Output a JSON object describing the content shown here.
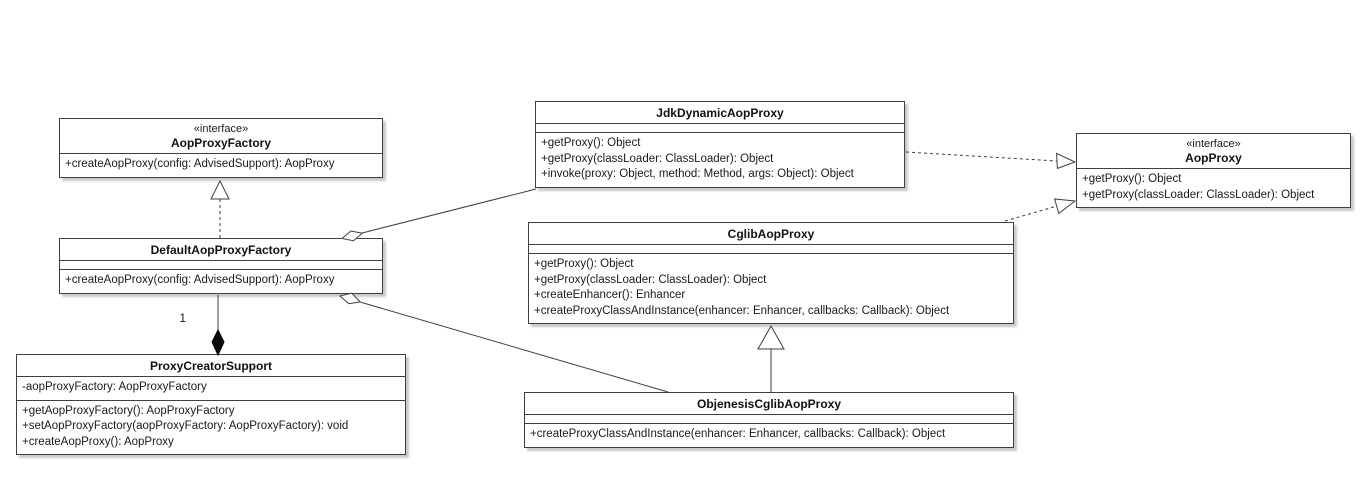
{
  "diagram": {
    "kind": "uml-class-diagram",
    "stereotype_interface": "«interface»"
  },
  "classes": [
    {
      "stereotype": "«interface»",
      "name": "AopProxyFactory",
      "attributes": [],
      "methods": [
        "+createAopProxy(config: AdvisedSupport): AopProxy"
      ]
    },
    {
      "name": "JdkDynamicAopProxy",
      "attributes": [],
      "methods": [
        "+getProxy(): Object",
        "+getProxy(classLoader: ClassLoader): Object",
        "+invoke(proxy: Object, method: Method, args: Object): Object"
      ]
    },
    {
      "stereotype": "«interface»",
      "name": "AopProxy",
      "attributes": [],
      "methods": [
        "+getProxy(): Object",
        "+getProxy(classLoader: ClassLoader): Object"
      ]
    },
    {
      "name": "DefaultAopProxyFactory",
      "attributes": [],
      "methods": [
        "+createAopProxy(config: AdvisedSupport): AopProxy"
      ]
    },
    {
      "name": "CglibAopProxy",
      "attributes": [],
      "methods": [
        "+getProxy(): Object",
        "+getProxy(classLoader: ClassLoader): Object",
        "+createEnhancer(): Enhancer",
        "+createProxyClassAndInstance(enhancer: Enhancer, callbacks: Callback): Object"
      ]
    },
    {
      "name": "ProxyCreatorSupport",
      "attributes": [
        "-aopProxyFactory: AopProxyFactory"
      ],
      "methods": [
        "+getAopProxyFactory(): AopProxyFactory",
        "+setAopProxyFactory(aopProxyFactory: AopProxyFactory): void",
        "+createAopProxy(): AopProxy"
      ]
    },
    {
      "name": "ObjenesisCglibAopProxy",
      "attributes": [],
      "methods": [
        "+createProxyClassAndInstance(enhancer: Enhancer, callbacks: Callback): Object"
      ]
    }
  ],
  "relationships": [
    {
      "type": "realization",
      "from": "DefaultAopProxyFactory",
      "to": "AopProxyFactory"
    },
    {
      "type": "composition",
      "from": "DefaultAopProxyFactory",
      "to": "ProxyCreatorSupport",
      "multiplicity": "1"
    },
    {
      "type": "aggregation",
      "from": "DefaultAopProxyFactory",
      "to": "JdkDynamicAopProxy"
    },
    {
      "type": "aggregation",
      "from": "DefaultAopProxyFactory",
      "to": "ObjenesisCglibAopProxy"
    },
    {
      "type": "realization",
      "from": "JdkDynamicAopProxy",
      "to": "AopProxy"
    },
    {
      "type": "realization",
      "from": "CglibAopProxy",
      "to": "AopProxy"
    },
    {
      "type": "generalization",
      "from": "ObjenesisCglibAopProxy",
      "to": "CglibAopProxy"
    }
  ]
}
